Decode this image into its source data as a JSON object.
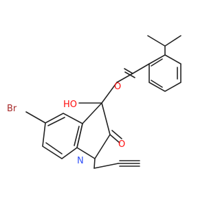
{
  "molecule": {
    "atom_labels": {
      "bromine": "Br",
      "hydroxyl": "HO",
      "ketone_oxygen": "O",
      "lactam_oxygen": "O",
      "nitrogen": "N"
    },
    "colors": {
      "bond": "#222222",
      "carbon": "#222222",
      "oxygen": "#ff0d0d",
      "nitrogen": "#3050f8",
      "bromine": "#a62929"
    }
  }
}
